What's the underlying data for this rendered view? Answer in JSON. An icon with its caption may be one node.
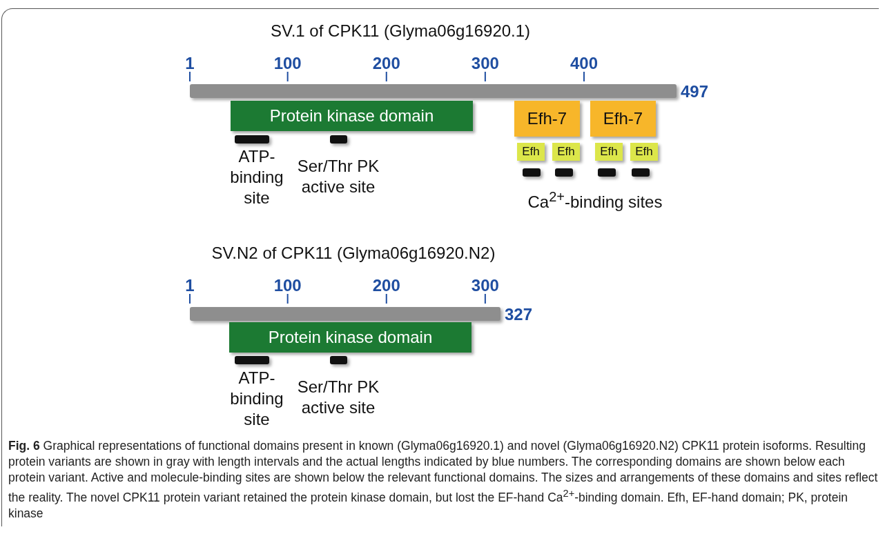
{
  "diagram": {
    "caption": "**Fig. 6** Graphical representations of functional domains present in known (Glyma06g16920.1) and novel (Glyma06g16920.N2) CPK11 protein isoforms. Resulting protein variants are shown in gray with length intervals and the actual lengths indicated by blue numbers. The corresponding domains are shown below each protein variant. Active and molecule-binding sites are shown below the relevant functional domains. The sizes and arrangements of these domains and sites reflect the reality. The novel CPK11 protein variant retained the protein kinase domain, but lost the EF-hand Ca$^{2+}$-binding domain. Efh, EF-hand domain; PK, protein kinase",
    "nodes": [
      {
        "text": [],
        "shape": "bar",
        "beside": [
          "497"
        ]
      },
      {
        "text": [
          "Protein kinase domain"
        ]
      },
      {
        "text": [
          "Efh-7"
        ]
      },
      {
        "text": [
          "Efh-7"
        ]
      },
      {
        "text": [
          "Efh"
        ]
      },
      {
        "text": [
          "Efh"
        ]
      },
      {
        "text": [
          "Efh"
        ]
      },
      {
        "text": [
          "Efh"
        ]
      },
      {
        "text": [],
        "shape": "bar"
      },
      {
        "text": [],
        "shape": "bar"
      },
      {
        "text": [],
        "shape": "bar"
      },
      {
        "text": [],
        "shape": "bar"
      },
      {
        "text": [],
        "shape": "bar"
      },
      {
        "text": [],
        "shape": "bar"
      },
      {
        "text": [],
        "shape": "bar",
        "beside": [
          "327"
        ]
      },
      {
        "text": [
          "Protein kinase domain"
        ]
      },
      {
        "text": [],
        "shape": "bar"
      },
      {
        "text": [],
        "shape": "bar"
      }
    ],
    "edges": [],
    "labels": [
      "SV.1 of CPK11 (Glyma06g16920.1)",
      "1",
      "100",
      "200",
      "300",
      "400",
      "ATP- binding site",
      "Ser/Thr PK active site",
      "Ca$^{2+}$-binding sites",
      "SV.N2 of CPK11 (Glyma06g16920.N2)",
      "1",
      "100",
      "200",
      "300",
      "ATP- binding site",
      "Ser/Thr PK active site"
    ]
  }
}
